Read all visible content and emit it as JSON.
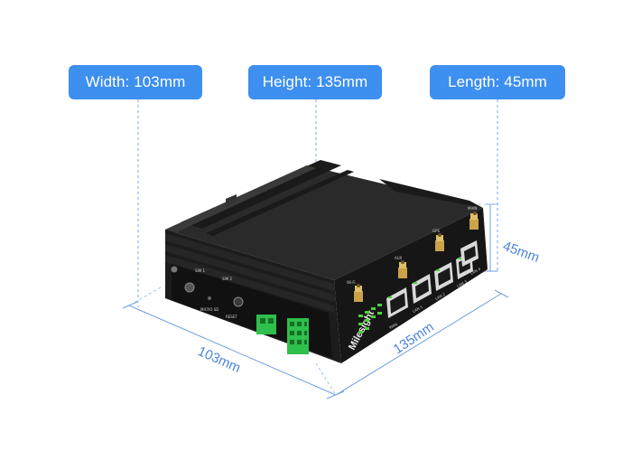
{
  "badges": {
    "width": "Width: 103mm",
    "height": "Height: 135mm",
    "length": "Length: 45mm"
  },
  "dimensions": {
    "width": "103mm",
    "length": "135mm",
    "height": "45mm"
  },
  "device": {
    "brand": "Milesight",
    "ports": [
      "WAN",
      "LAN 1",
      "LAN 2",
      "LAN 3",
      "LAN 4"
    ],
    "antennas": [
      "Wi-Fi",
      "AUX",
      "GPS",
      "MAIN"
    ],
    "front_labels": [
      "SIM 1",
      "SIM 2",
      "RESET",
      "MICRO SD"
    ]
  },
  "colors": {
    "badge_bg": "#3d8ff0",
    "dimension_line": "#4b86d8",
    "device_body": "#1c1c1c",
    "led_green": "#4ad23a",
    "terminal_green": "#2fbf4c"
  }
}
